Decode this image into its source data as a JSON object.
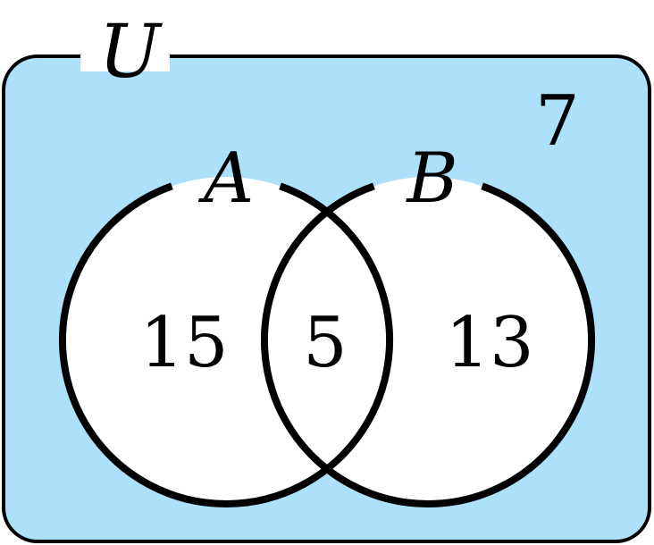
{
  "diagram": {
    "universe_label": "U",
    "set_a_label": "A",
    "set_b_label": "B",
    "regions": {
      "only_a": "15",
      "a_and_b": "5",
      "only_b": "13",
      "outside": "7"
    },
    "colors": {
      "universe_fill": "#ade0fa",
      "circle_fill": "#ffffff",
      "stroke": "#000000"
    }
  }
}
